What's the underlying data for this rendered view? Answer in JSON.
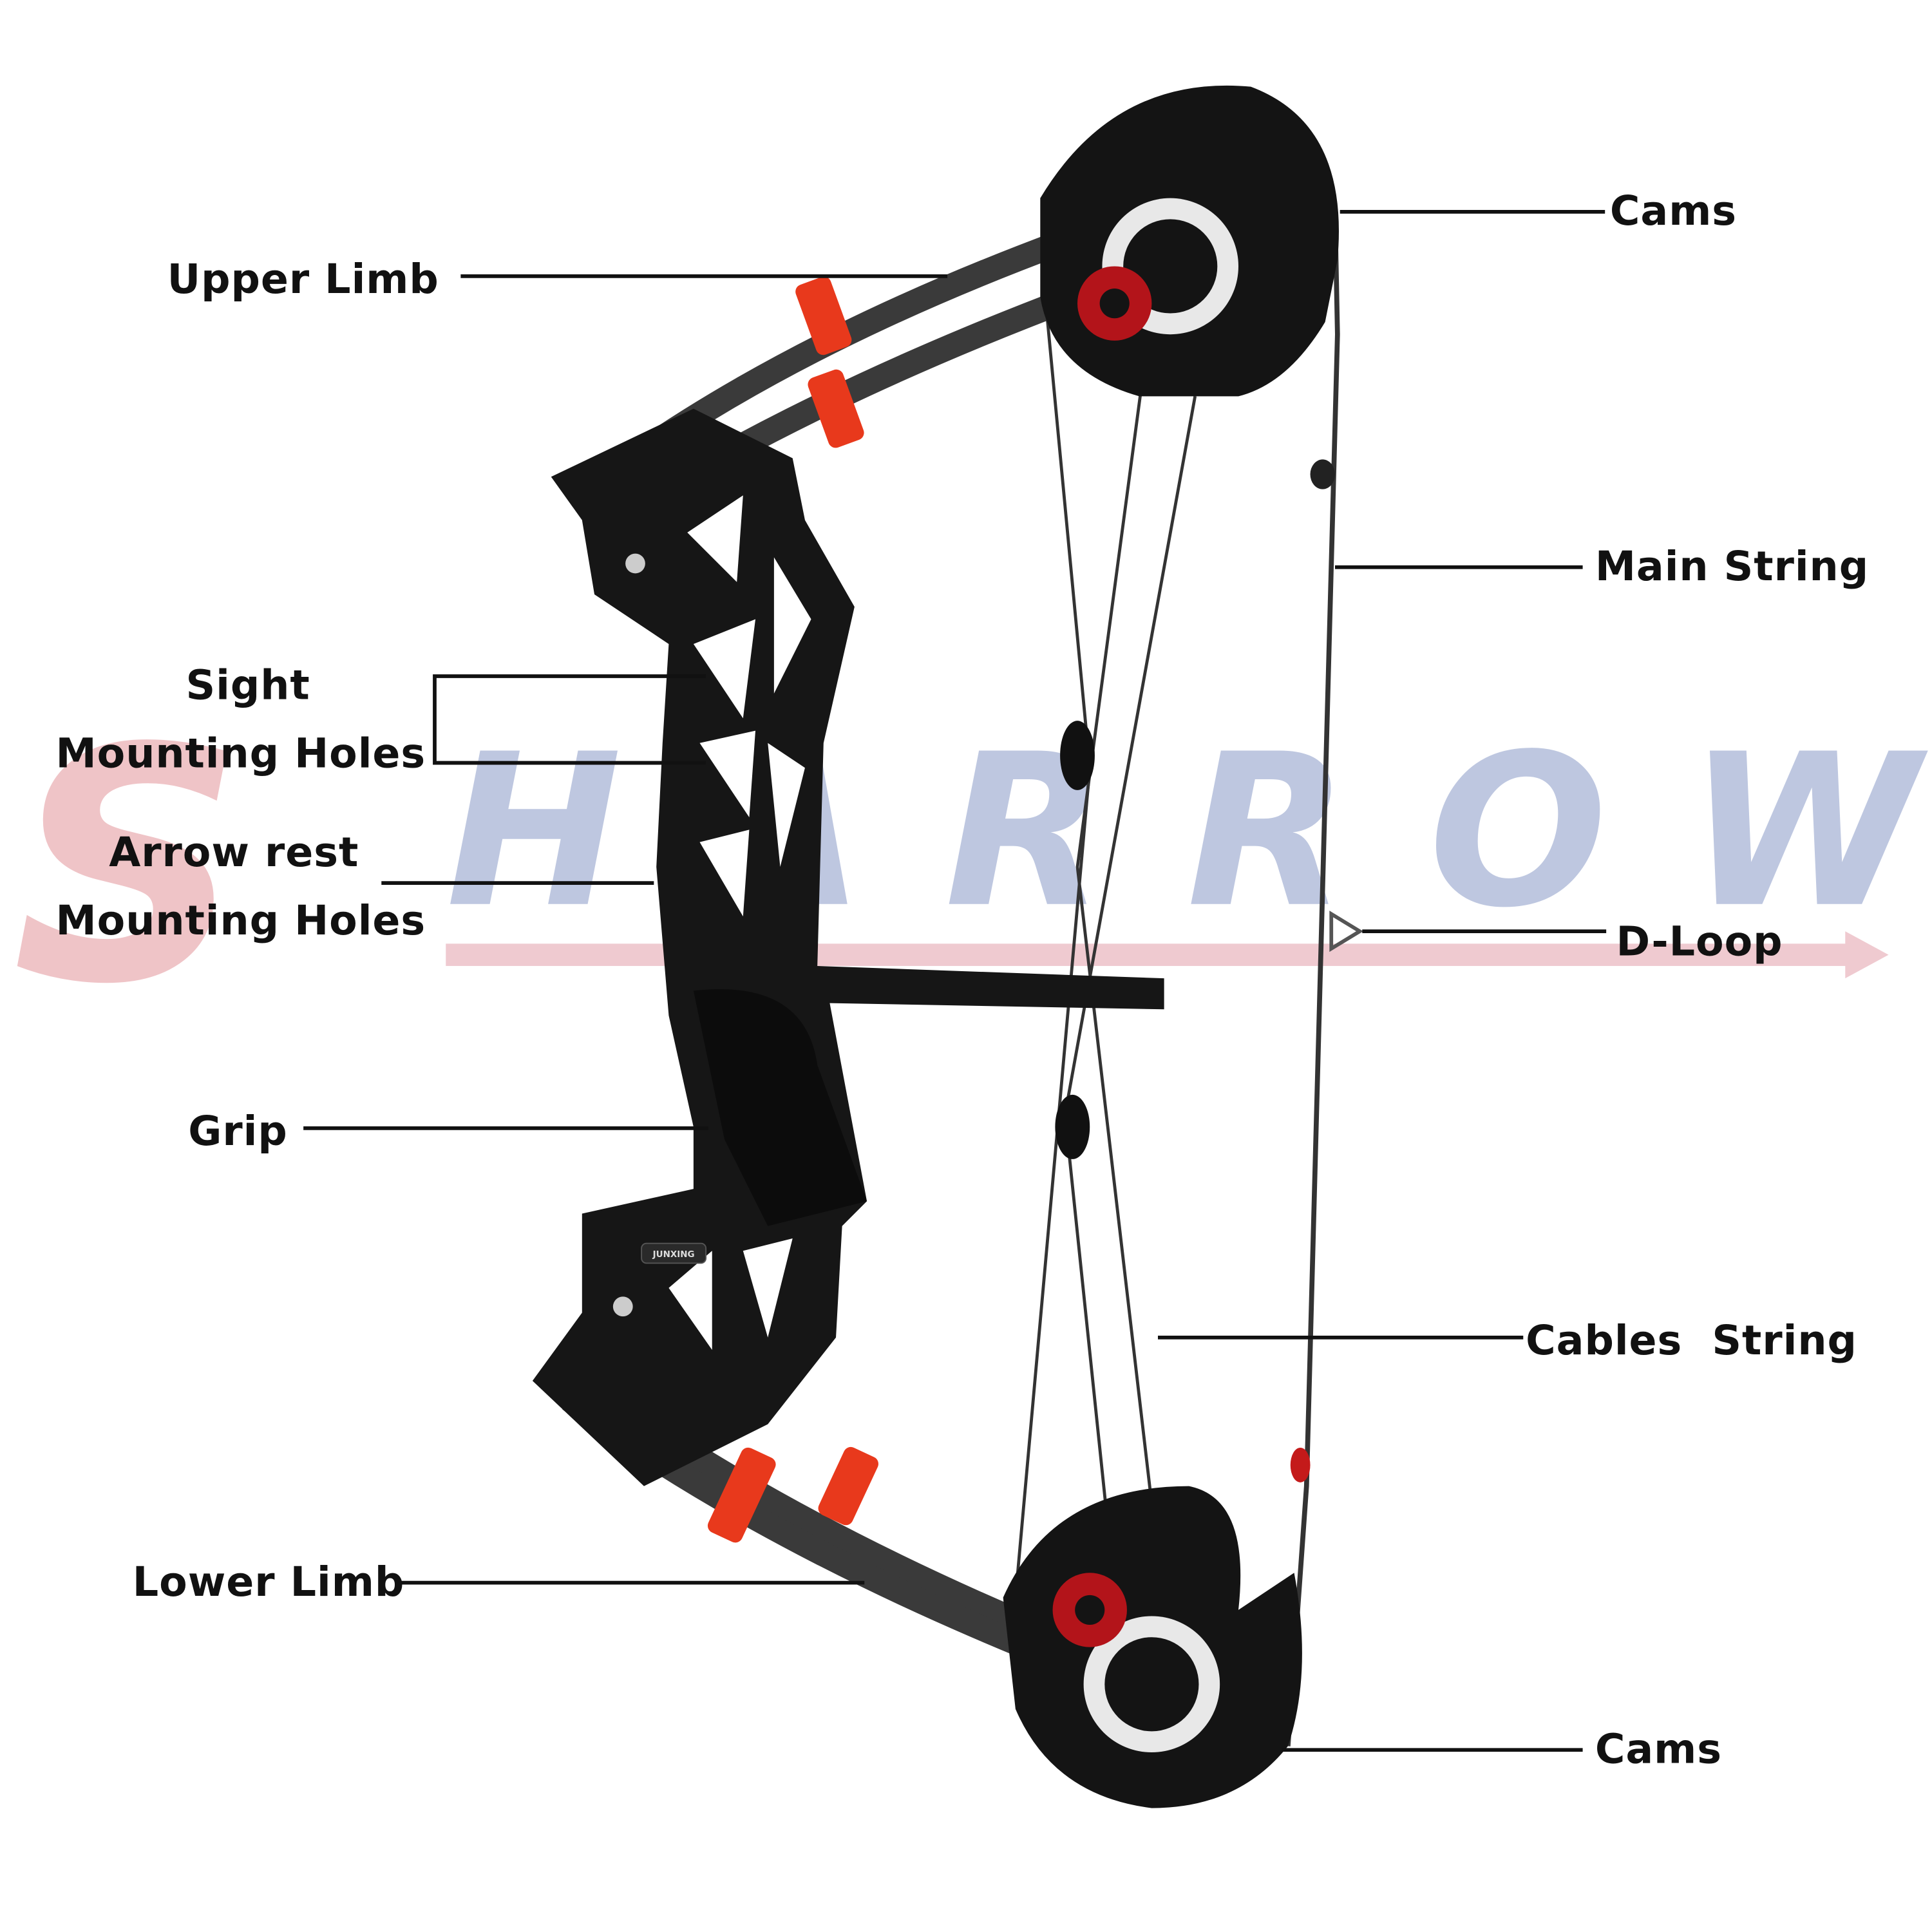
{
  "watermark": {
    "first_letter": "S",
    "rest": "HARROW",
    "colors": {
      "s": "#e8a0a4",
      "rest": "#9aa9cf"
    }
  },
  "brand_badge": "JUNXING",
  "labels": {
    "upper_limb": "Upper Limb",
    "cams_top": "Cams",
    "main_string": "Main String",
    "sight_line1": "Sight",
    "sight_line2": "Mounting Holes",
    "arrow_rest_line1": "Arrow rest",
    "arrow_rest_line2": "Mounting Holes",
    "d_loop": "D-Loop",
    "grip": "Grip",
    "cables_string": "Cables  String",
    "lower_limb": "Lower Limb",
    "cams_bottom": "Cams"
  },
  "colors": {
    "bow": "#161616",
    "limb": "#3a3a3a",
    "accent": "#e8391c",
    "cam_hub": "#b3141a"
  }
}
